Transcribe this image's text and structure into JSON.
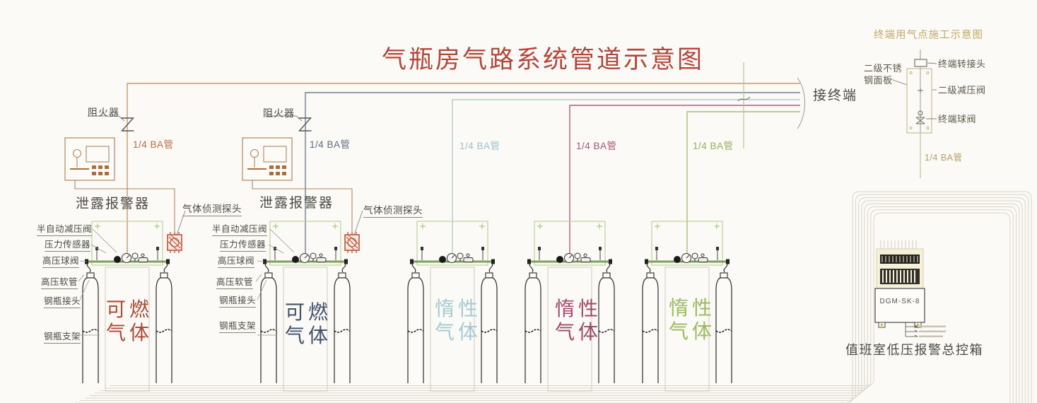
{
  "title": "气瓶房气路系统管道示意图",
  "title_color": "#b2463b",
  "terminal_branch": {
    "label": "接终端"
  },
  "terminal_detail": {
    "title": "终端用气点施工示意图",
    "title_color": "#c5a96b",
    "panel_label_line1": "二级不锈",
    "panel_label_line2": "钢面板",
    "adapter_label": "终端转接头",
    "regulator_label": "二级减压阀",
    "ball_valve_label": "终端球阀",
    "pipe_label": "1/4 BA管",
    "pipe_label_color": "#b0a269"
  },
  "stations": [
    {
      "gas": [
        "可燃",
        "气体"
      ],
      "gas_color": "#ad4a36",
      "pipe_label": "1/4 BA管",
      "pipe_label_color": "#c06a3e",
      "pipe_color": "#c49b6a",
      "flame_arrester": "阻火器",
      "leak_alarm": "泄露报警器",
      "gas_probe": "气体侦测探头",
      "equipment": [
        "半自动减压阀",
        "压力传感器",
        "高压球阀",
        "高压软管",
        "钢瓶接头",
        "钢瓶支架"
      ]
    },
    {
      "gas": [
        "可燃",
        "气体"
      ],
      "gas_color": "#41526b",
      "pipe_label": "1/4 BA管",
      "pipe_label_color": "#5d6b7c",
      "pipe_color": "#707e8d",
      "flame_arrester": "阻火器",
      "leak_alarm": "泄露报警器",
      "gas_probe": "气体侦测探头",
      "equipment": [
        "半自动减压阀",
        "压力传感器",
        "高压球阀",
        "高压软管",
        "钢瓶接头",
        "钢瓶支架"
      ]
    },
    {
      "gas": [
        "惰性",
        "气体"
      ],
      "gas_color": "#a5cbd5",
      "pipe_label": "1/4 BA管",
      "pipe_label_color": "#9cc2ce",
      "pipe_color": "#afccd2"
    },
    {
      "gas": [
        "惰性",
        "气体"
      ],
      "gas_color": "#a04a6c",
      "pipe_label": "1/4 BA管",
      "pipe_label_color": "#a4557a",
      "pipe_color": "#a5617e"
    },
    {
      "gas": [
        "惰性",
        "气体"
      ],
      "gas_color": "#9cba60",
      "pipe_label": "1/4 BA管",
      "pipe_label_color": "#93b25a",
      "pipe_color": "#a6bd74"
    }
  ],
  "control_box": {
    "model": "DGM-SK-8",
    "label": "值班室低压报警总控箱"
  },
  "accent_colors": {
    "panel_green": "#bed29b",
    "alarm_brown": "#b5855e",
    "probe_red": "#c04428",
    "conduit_gray": "#dbd5c9"
  }
}
